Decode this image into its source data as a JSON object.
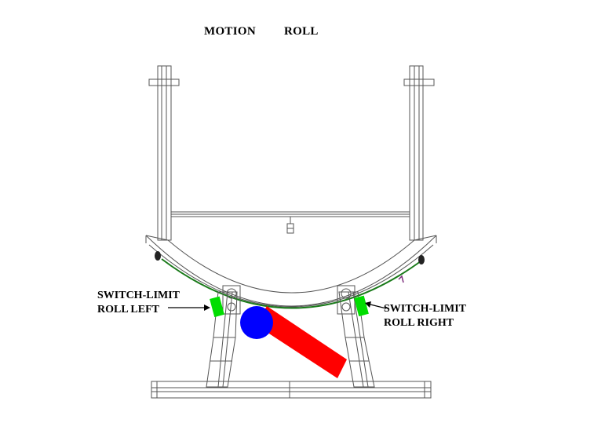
{
  "title": {
    "word1": "MOTION",
    "word2": "ROLL"
  },
  "labels": {
    "left_line1": "SWITCH-LIMIT",
    "left_line2": "ROLL LEFT",
    "right_line1": "SWITCH-LIMIT",
    "right_line2": "ROLL RIGHT"
  },
  "colors": {
    "line": "#555555",
    "switch": "#00dd00",
    "ball": "#0000ff",
    "arm": "#ff0000",
    "rail": "#1a7a1a",
    "knob": "#222222"
  }
}
